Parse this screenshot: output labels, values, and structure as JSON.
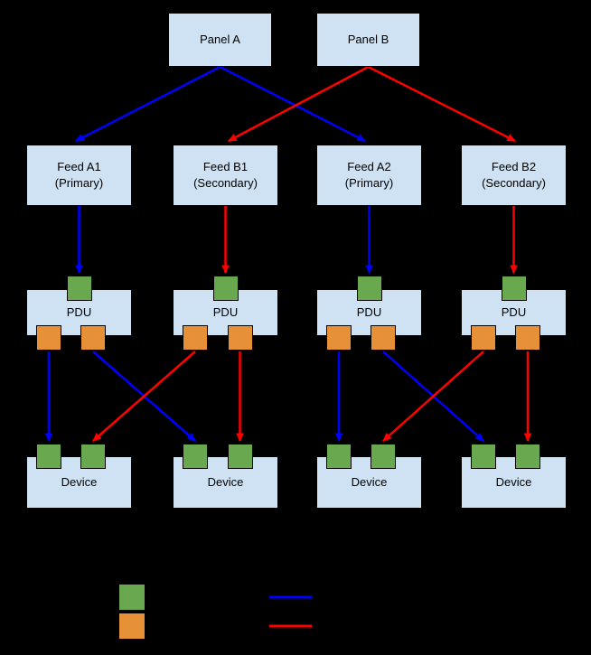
{
  "panels": [
    {
      "label": "Panel A"
    },
    {
      "label": "Panel B"
    }
  ],
  "feeds": [
    {
      "name": "Feed A1",
      "role": "(Primary)"
    },
    {
      "name": "Feed B1",
      "role": "(Secondary)"
    },
    {
      "name": "Feed A2",
      "role": "(Primary)"
    },
    {
      "name": "Feed B2",
      "role": "(Secondary)"
    }
  ],
  "pdus": [
    {
      "label": "PDU"
    },
    {
      "label": "PDU"
    },
    {
      "label": "PDU"
    },
    {
      "label": "PDU"
    }
  ],
  "devices": [
    {
      "label": "Device"
    },
    {
      "label": "Device"
    },
    {
      "label": "Device"
    },
    {
      "label": "Device"
    }
  ],
  "legend": {
    "green_swatch_color": "#6aa84f",
    "orange_swatch_color": "#e69138",
    "blue_line_color": "#0000ff",
    "red_line_color": "#ff0000"
  },
  "colors": {
    "background": "#000000",
    "box_fill": "#cfe2f3",
    "box_border": "#000000",
    "input_port_green": "#6aa84f",
    "output_port_orange": "#e69138",
    "primary_arrow_blue": "#0000ff",
    "secondary_arrow_red": "#ff0000",
    "text": "#000000"
  }
}
